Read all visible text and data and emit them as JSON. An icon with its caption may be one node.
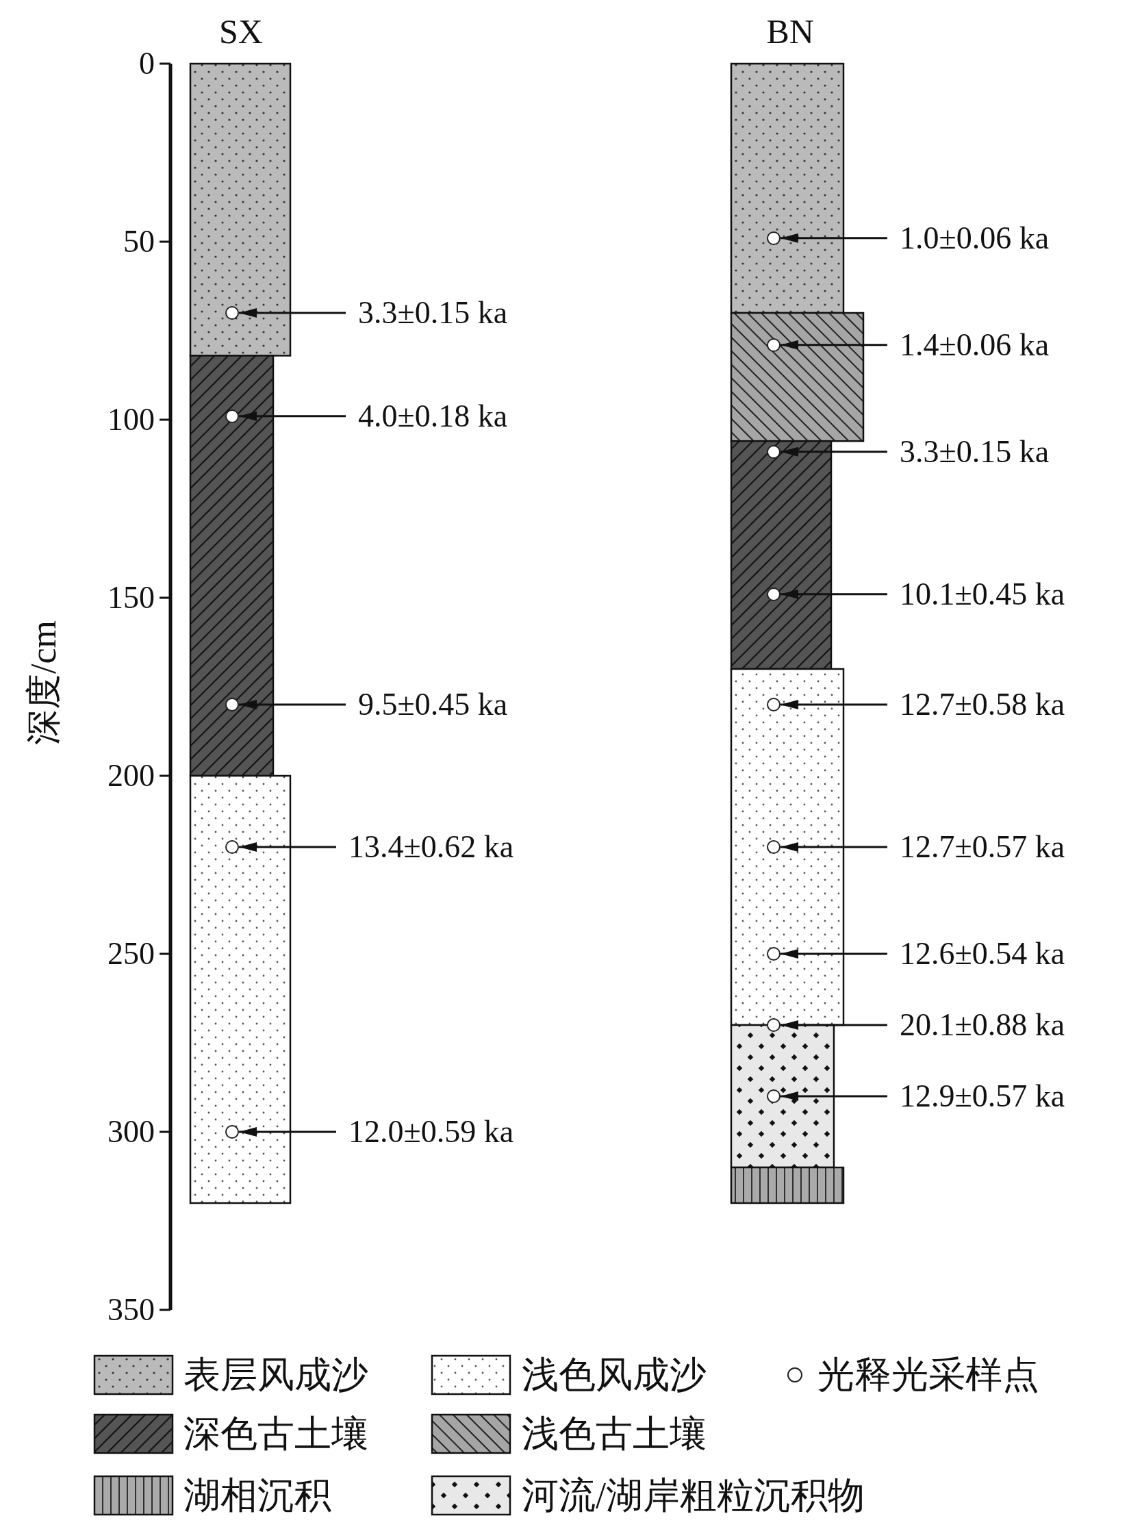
{
  "diagram": {
    "nodes": [
      {
        "text": [
          "3.3±0.15 ka"
        ]
      },
      {
        "text": [],
        "shape": "circle"
      },
      {
        "text": [
          "4.0±0.18 ka"
        ]
      },
      {
        "text": [],
        "shape": "circle"
      },
      {
        "text": [
          "9.5±0.45 ka"
        ]
      },
      {
        "text": [],
        "shape": "circle"
      },
      {
        "text": [
          "13.4±0.62 ka"
        ]
      },
      {
        "text": [],
        "shape": "circle"
      },
      {
        "text": [
          "12.0±0.59 ka"
        ]
      },
      {
        "text": [],
        "shape": "circle"
      },
      {
        "text": [
          "1.0±0.06 ka"
        ]
      },
      {
        "text": [],
        "shape": "circle"
      },
      {
        "text": [
          "1.4±0.06 ka"
        ]
      },
      {
        "text": [],
        "shape": "circle"
      },
      {
        "text": [
          "3.3±0.15 ka"
        ]
      },
      {
        "text": [],
        "shape": "circle"
      },
      {
        "text": [
          "10.1±0.45 ka"
        ]
      },
      {
        "text": [],
        "shape": "circle"
      },
      {
        "text": [
          "12.7±0.58 ka"
        ]
      },
      {
        "text": [],
        "shape": "circle"
      },
      {
        "text": [
          "12.7±0.57 ka"
        ]
      },
      {
        "text": [],
        "shape": "circle"
      },
      {
        "text": [
          "12.6±0.54 ka"
        ]
      },
      {
        "text": [],
        "shape": "circle"
      },
      {
        "text": [
          "20.1±0.88 ka"
        ]
      },
      {
        "text": [],
        "shape": "circle"
      },
      {
        "text": [
          "12.9±0.57 ka"
        ]
      },
      {
        "text": [],
        "shape": "circle"
      }
    ],
    "edges": [
      {
        "from": 0,
        "to": 1,
        "arrow": "to"
      },
      {
        "from": 2,
        "to": 3,
        "arrow": "to"
      },
      {
        "from": 4,
        "to": 5,
        "arrow": "to"
      },
      {
        "from": 6,
        "to": 7,
        "arrow": "to"
      },
      {
        "from": 8,
        "to": 9,
        "arrow": "to"
      },
      {
        "from": 10,
        "to": 11,
        "arrow": "to"
      },
      {
        "from": 12,
        "to": 13,
        "arrow": "to"
      },
      {
        "from": 14,
        "to": 15,
        "arrow": "to"
      },
      {
        "from": 16,
        "to": 17,
        "arrow": "to"
      },
      {
        "from": 18,
        "to": 19,
        "arrow": "to"
      },
      {
        "from": 20,
        "to": 21,
        "arrow": "to"
      },
      {
        "from": 22,
        "to": 23,
        "arrow": "to"
      },
      {
        "from": 24,
        "to": 25,
        "arrow": "to"
      },
      {
        "from": 26,
        "to": 27,
        "arrow": "to"
      }
    ],
    "labels": [
      "SX",
      "BN",
      "0",
      "50",
      "100",
      "150",
      "200",
      "250",
      "300",
      "350",
      "深度/cm"
    ],
    "legend": [
      {
        "text": "表层风成沙"
      },
      {
        "text": "浅色风成沙"
      },
      {
        "text": "光释光采样点"
      },
      {
        "text": "深色古土壤"
      },
      {
        "text": "浅色古土壤"
      },
      {
        "text": "湖相沉积"
      },
      {
        "text": "河流/湖岸粗粒沉积物"
      }
    ]
  }
}
